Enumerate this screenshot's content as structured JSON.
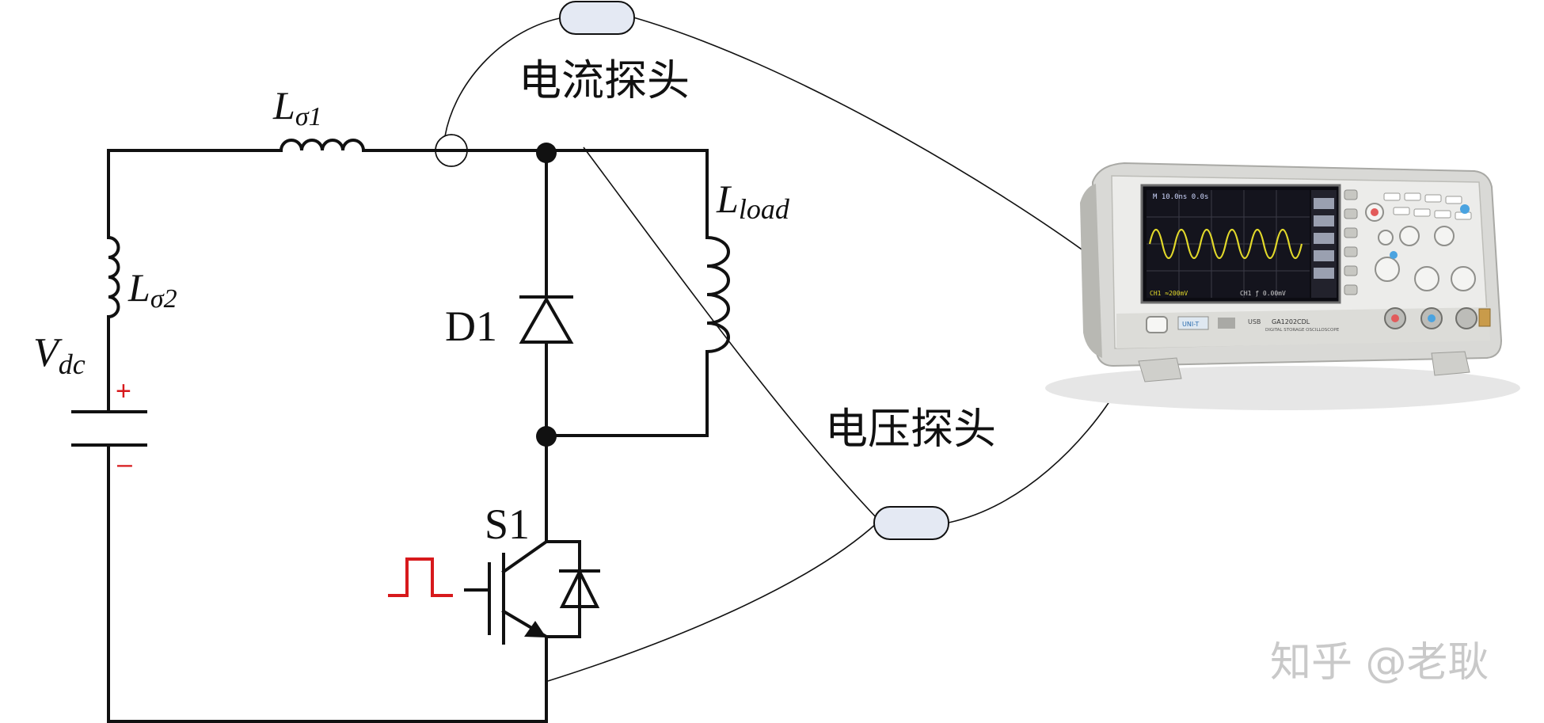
{
  "labels": {
    "l_sigma1": {
      "main": "L",
      "sub": "σ1"
    },
    "l_sigma2": {
      "main": "L",
      "sub": "σ2"
    },
    "l_load": {
      "main": "L",
      "sub": "load"
    },
    "vdc": {
      "main": "V",
      "sub": "dc"
    },
    "plus": "+",
    "minus": "–",
    "d1": "D1",
    "s1": "S1",
    "current_probe": "电流探头",
    "voltage_probe": "电压探头"
  },
  "watermark": "知乎 @老耿",
  "scope": {
    "brand": "UNI-T",
    "model": "GA1202CDL",
    "subtitle": "DIGITAL STORAGE OSCILLOSCOPE",
    "usb": "USB",
    "screen_top": "M 10.0ns  0.0s",
    "screen_bottom_left": "CH1 ≈200mV",
    "screen_bottom_right": "CH1 ƒ  0.00mV"
  },
  "colors": {
    "wire": "#111111",
    "gate_pulse": "#d7191c",
    "probe_body": "#e4e9f3",
    "waveform": "#e1d82a",
    "watermark": "#c9c9c9"
  }
}
